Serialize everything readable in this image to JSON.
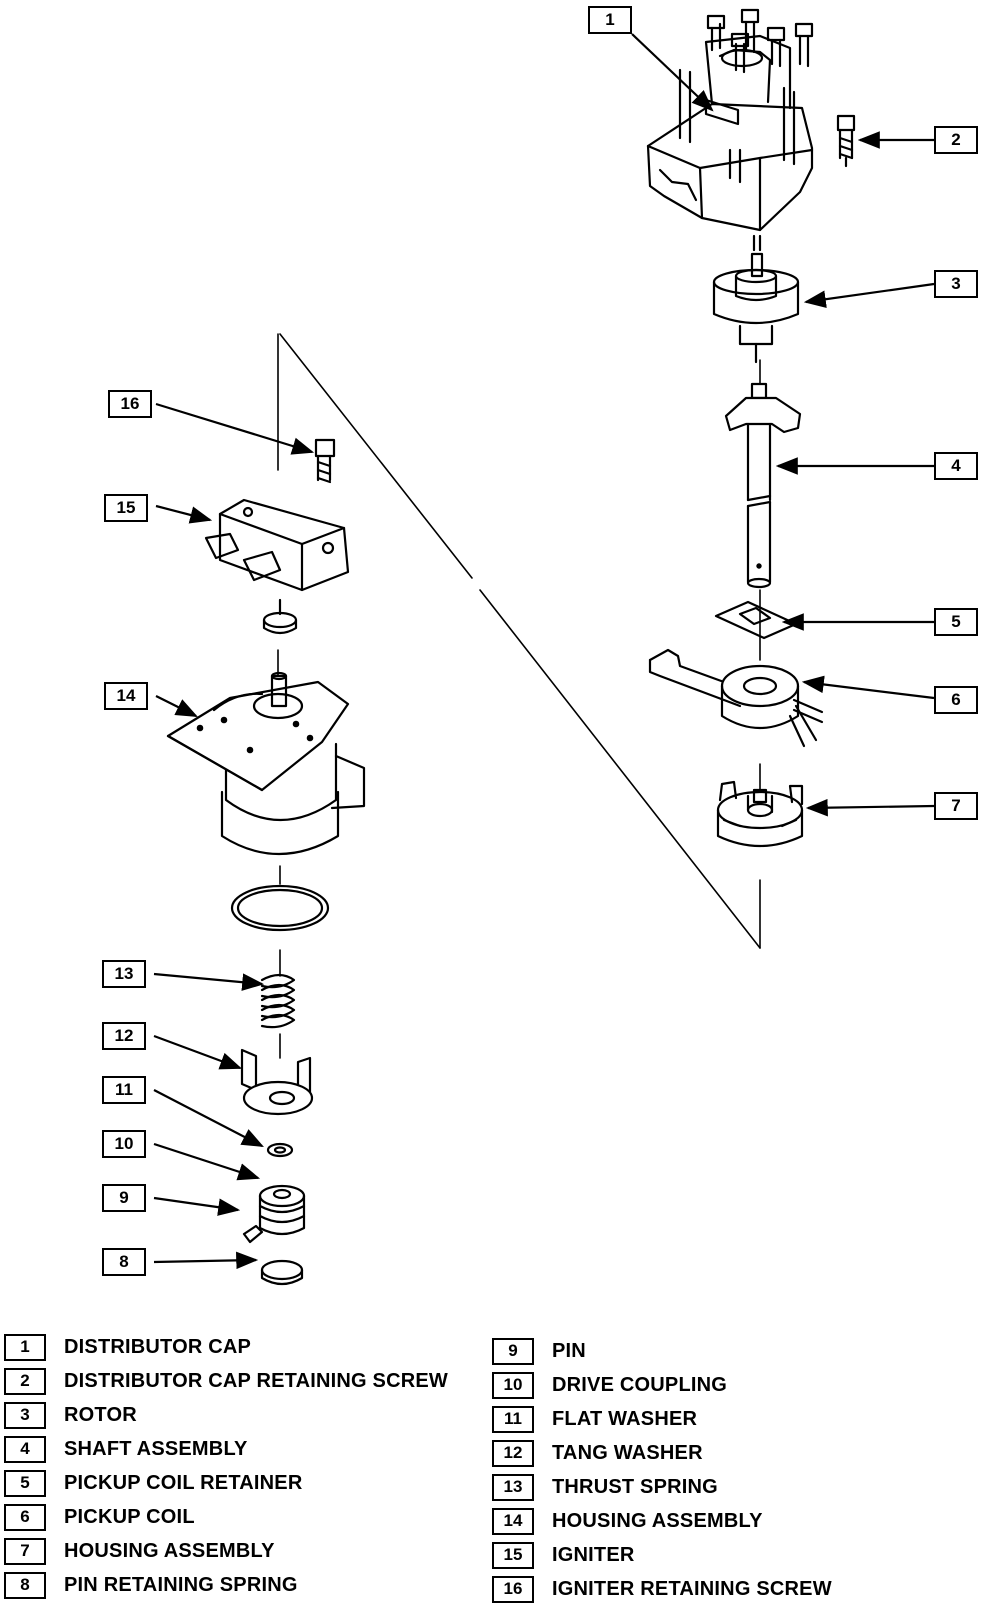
{
  "callouts": [
    "1",
    "2",
    "3",
    "4",
    "5",
    "6",
    "7",
    "8",
    "9",
    "10",
    "11",
    "12",
    "13",
    "14",
    "15",
    "16"
  ],
  "legend": {
    "left": [
      {
        "num": "1",
        "label": "DISTRIBUTOR CAP"
      },
      {
        "num": "2",
        "label": "DISTRIBUTOR CAP RETAINING SCREW"
      },
      {
        "num": "3",
        "label": "ROTOR"
      },
      {
        "num": "4",
        "label": "SHAFT ASSEMBLY"
      },
      {
        "num": "5",
        "label": "PICKUP COIL RETAINER"
      },
      {
        "num": "6",
        "label": "PICKUP COIL"
      },
      {
        "num": "7",
        "label": "HOUSING ASSEMBLY"
      },
      {
        "num": "8",
        "label": "PIN RETAINING SPRING"
      }
    ],
    "right": [
      {
        "num": "9",
        "label": "PIN"
      },
      {
        "num": "10",
        "label": "DRIVE COUPLING"
      },
      {
        "num": "11",
        "label": "FLAT WASHER"
      },
      {
        "num": "12",
        "label": "TANG WASHER"
      },
      {
        "num": "13",
        "label": "THRUST SPRING"
      },
      {
        "num": "14",
        "label": "HOUSING ASSEMBLY"
      },
      {
        "num": "15",
        "label": "IGNITER"
      },
      {
        "num": "16",
        "label": "IGNITER RETAINING SCREW"
      }
    ]
  }
}
